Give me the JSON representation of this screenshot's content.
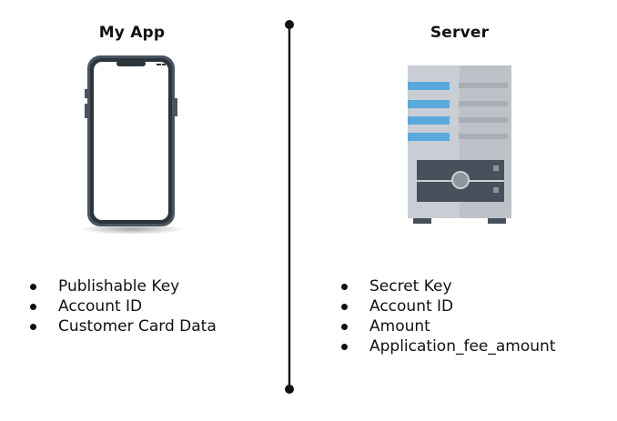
{
  "left": {
    "title": "My App",
    "items": [
      {
        "label": "Publishable Key"
      },
      {
        "label": "Account ID"
      },
      {
        "label": "Customer Card Data"
      }
    ],
    "icon": "smartphone-icon"
  },
  "right": {
    "title": "Server",
    "items": [
      {
        "label": "Secret Key"
      },
      {
        "label": "Account ID"
      },
      {
        "label": "Amount"
      },
      {
        "label": "Application_fee_amount"
      }
    ],
    "icon": "server-icon"
  },
  "colors": {
    "phone_frame": "#4a5560",
    "server_body": "#c9ced4",
    "server_accent": "#5aa9dd",
    "server_panel": "#46515b",
    "divider": "#111111"
  }
}
